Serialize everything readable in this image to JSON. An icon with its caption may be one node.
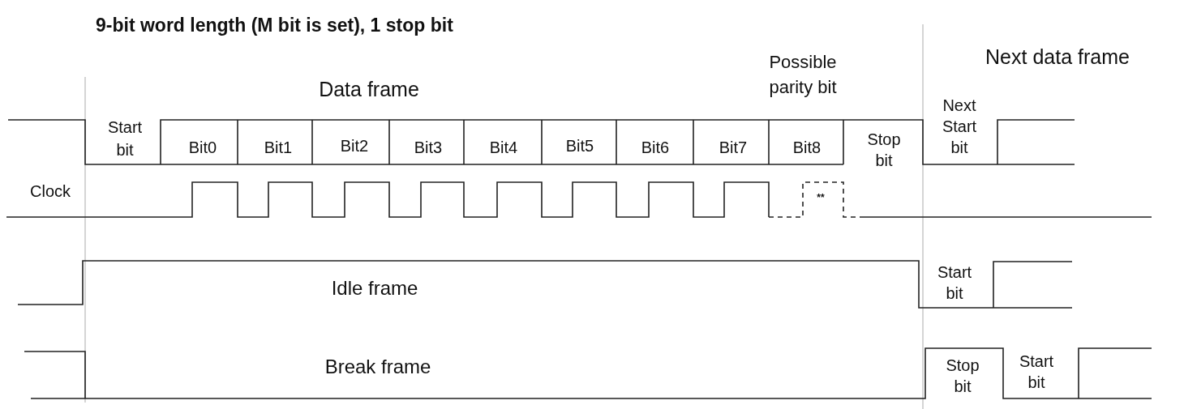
{
  "diagram": {
    "title": "9-bit word length (M bit is set), 1 stop bit",
    "labels": [
      "Possible parity bit",
      "Next data frame",
      "Data frame",
      "Next Start bit",
      "Start bit",
      "Bit0",
      "Bit1",
      "Bit2",
      "Bit3",
      "Bit4",
      "Bit5",
      "Bit6",
      "Bit7",
      "Bit8",
      "Stop bit",
      "Clock",
      "**",
      "Idle frame",
      "Start bit",
      "Break frame",
      "Stop bit",
      "Start bit"
    ]
  }
}
